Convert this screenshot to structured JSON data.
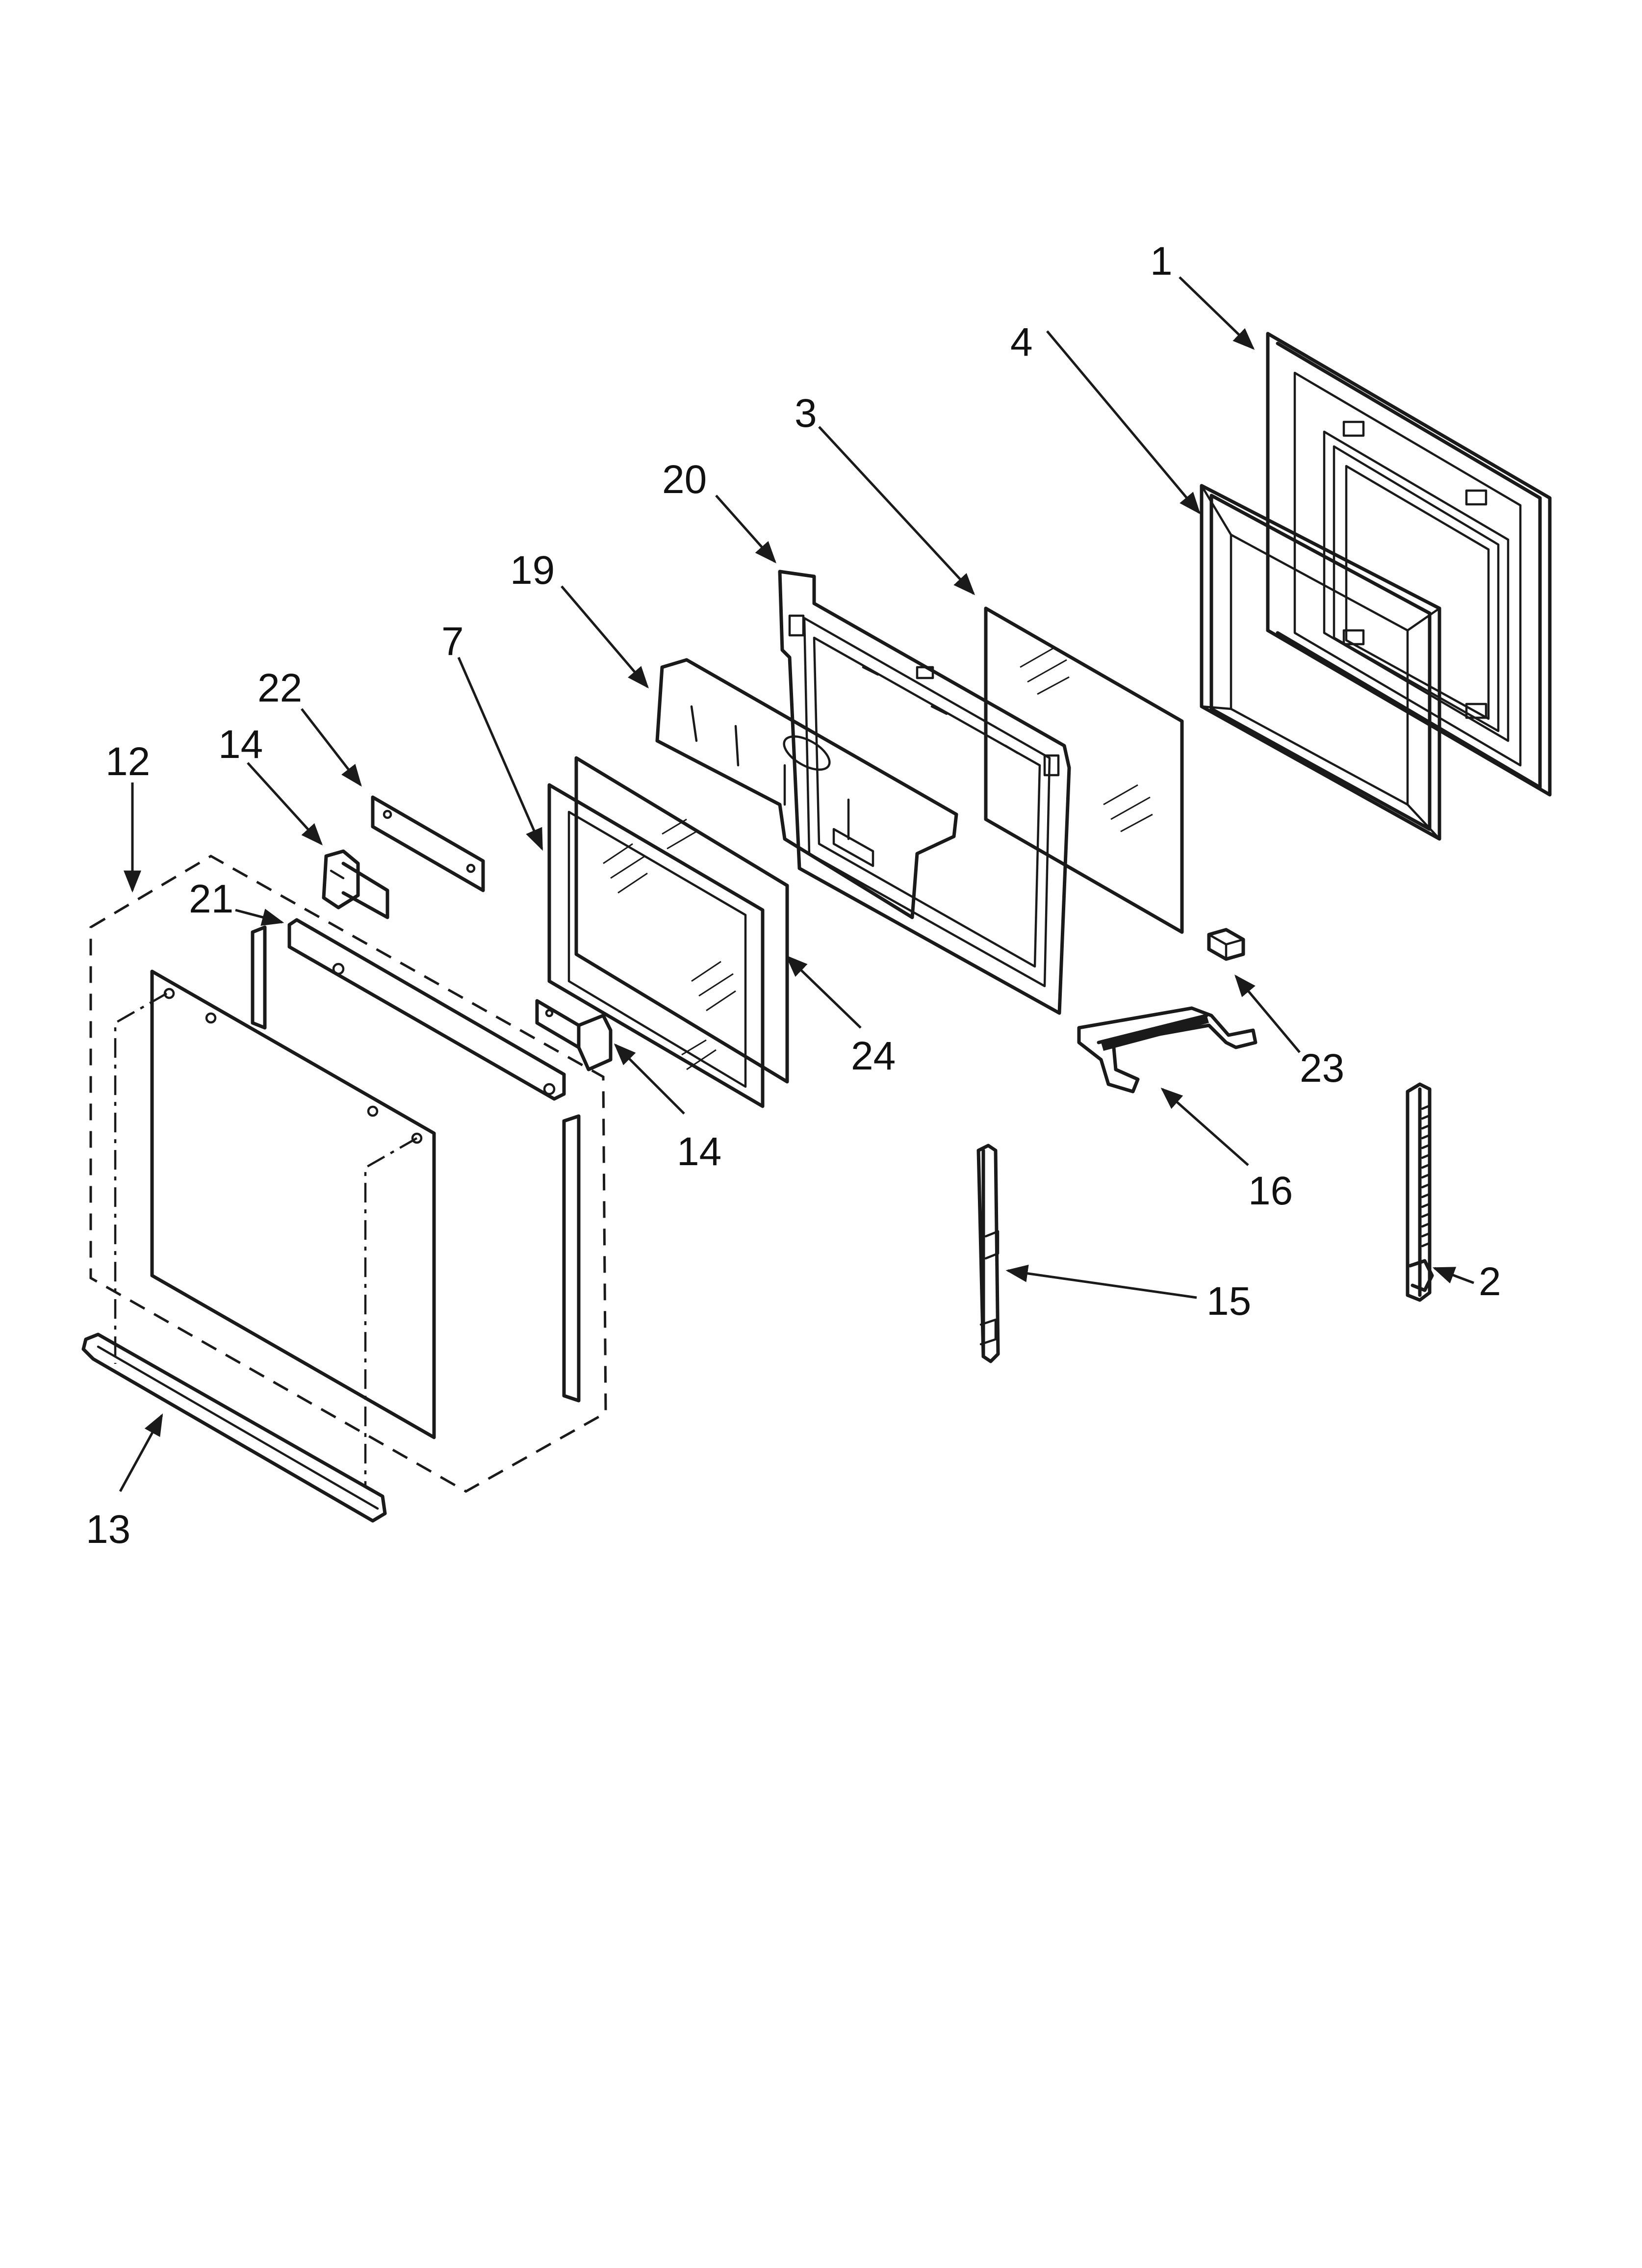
{
  "figure": "exploded parts diagram",
  "callouts": {
    "c1": "1",
    "c2": "2",
    "c3": "3",
    "c4": "4",
    "c7": "7",
    "c12": "12",
    "c13": "13",
    "c14a": "14",
    "c14b": "14",
    "c15": "15",
    "c16": "16",
    "c19": "19",
    "c20": "20",
    "c21": "21",
    "c22": "22",
    "c23": "23",
    "c24": "24"
  },
  "colors": {
    "ink": "#1a1a1a",
    "background": "#ffffff"
  }
}
